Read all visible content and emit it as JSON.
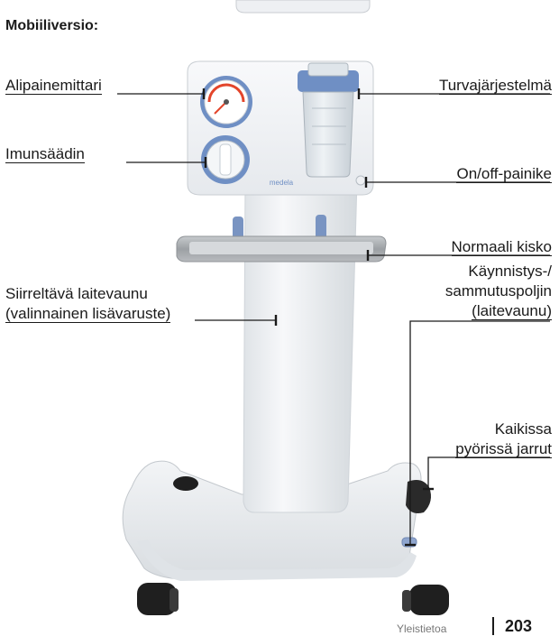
{
  "title": "Mobiiliversio:",
  "brand": "medela",
  "labels": {
    "alipainemittari": "Alipainemittari",
    "imunsaadin": "Imunsäädin",
    "turvajarjestelma": "Turvajärjestelmä",
    "onoff": "On/off-painike",
    "kisko": "Normaali kisko",
    "poljin_1": "Käynnistys-/",
    "poljin_2": "sammutuspoljin",
    "poljin_3": "(laitevaunu)",
    "vaunu_1": "Siirreltävä laitevaunu",
    "vaunu_2": "(valinnainen lisävaruste)",
    "jarrut_1": "Kaikissa",
    "jarrut_2": "pyörissä jarrut"
  },
  "footer": {
    "text": "Yleistietoa",
    "page": "203"
  },
  "colors": {
    "device_body": "#f4f6f8",
    "accent_blue": "#6f8fc4",
    "rail": "#a9adb2",
    "wheel": "#1f1f1f",
    "gauge_red": "#e3452b"
  }
}
